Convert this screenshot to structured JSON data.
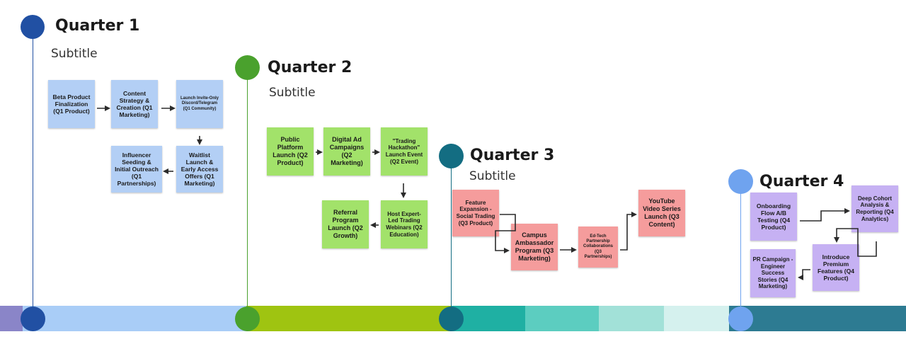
{
  "quarters": [
    {
      "title": "Quarter 1",
      "subtitle": "Subtitle",
      "color": "#2150a3"
    },
    {
      "title": "Quarter 2",
      "subtitle": "Subtitle",
      "color": "#4aa12d"
    },
    {
      "title": "Quarter 3",
      "subtitle": "Subtitle",
      "color": "#136d82"
    },
    {
      "title": "Quarter 4",
      "subtitle": "",
      "color": "#6fa3ef"
    }
  ],
  "q1_notes": {
    "beta": "Beta Product Finalization (Q1 Product)",
    "content": "Content Strategy & Creation (Q1 Marketing)",
    "discord": "Launch Invite-Only Discord/Telegram (Q1 Community)",
    "waitlist": "Waitlist Launch & Early Access Offers (Q1 Marketing)",
    "influencer": "Influencer Seeding & Initial Outreach (Q1 Partnerships)"
  },
  "q2_notes": {
    "public": "Public Platform Launch (Q2 Product)",
    "digital": "Digital Ad Campaigns (Q2 Marketing)",
    "hackathon": "\"Trading Hackathon\" Launch Event (Q2 Event)",
    "webinars": "Host Expert-Led Trading Webinars (Q2 Education)",
    "referral": "Referral Program Launch (Q2 Growth)"
  },
  "q3_notes": {
    "feature": "Feature Expansion - Social Trading (Q3 Product)",
    "campus": "Campus Ambassador Program (Q3 Marketing)",
    "edtech": "Ed-Tech Partnership Collaborations (Q3 Partnerships)",
    "youtube": "YouTube Video Series Launch (Q3 Content)"
  },
  "q4_notes": {
    "onboarding": "Onboarding Flow A/B Testing (Q4 Product)",
    "cohort": "Deep Cohort Analysis & Reporting (Q4 Analytics)",
    "premium": "Introduce Premium Features (Q4 Product)",
    "pr": "PR Campaign - Engineer Success Stories (Q4 Marketing)"
  },
  "colors": {
    "sticky_blue": "#b3cff5",
    "sticky_green": "#a2e26a",
    "sticky_red": "#f59c9c",
    "sticky_purple": "#c6b1f3",
    "arrow": "#2b2b2b"
  }
}
